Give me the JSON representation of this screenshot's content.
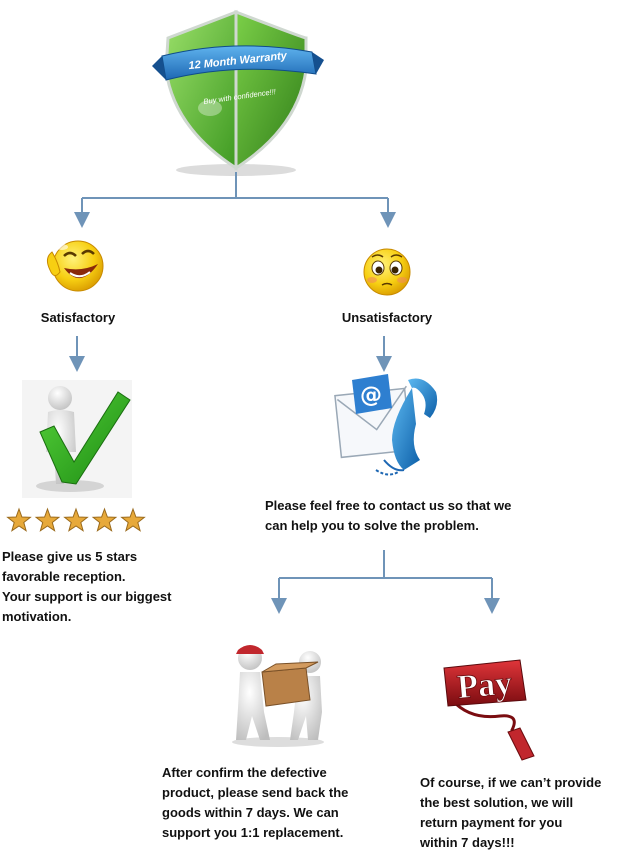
{
  "badge": {
    "ribbon_text": "12 Month Warranty",
    "tagline": "Buy with confidence!!!"
  },
  "branches": {
    "satisfied": {
      "label": "Satisfactory",
      "stars": {
        "value": 5,
        "max": 5
      },
      "message": [
        "Please give us 5 stars",
        "favorable reception.",
        "Your support is our biggest",
        "motivation."
      ]
    },
    "unsatisfied": {
      "label": "Unsatisfactory",
      "message": [
        "Please feel free to contact us so that we",
        "can help you to solve the problem."
      ],
      "options": {
        "replacement": {
          "message": [
            "After confirm the defective",
            "product, please send back the",
            "goods within 7 days. We can",
            "support you 1:1 replacement."
          ]
        },
        "refund": {
          "sign_text": "Pay",
          "message": [
            "Of course, if we can’t provide",
            "the best solution, we will",
            "return payment for you",
            "within 7 days!!!"
          ]
        }
      }
    }
  },
  "colors": {
    "connector": "#6f94b8",
    "shield_green": "#6ec23b",
    "ribbon_blue": "#2c7fc7",
    "smiley_yellow": "#f5c400",
    "star_gold": "#e7a93a",
    "pay_red": "#b21e24"
  },
  "icons": {
    "warranty": "warranty-shield-icon",
    "happy": "laughing-smiley-icon",
    "sad": "sad-smiley-icon",
    "check": "check-figure-icon",
    "contact": "email-phone-icon",
    "delivery": "delivery-figure-icon",
    "pay": "pay-sign-icon"
  }
}
